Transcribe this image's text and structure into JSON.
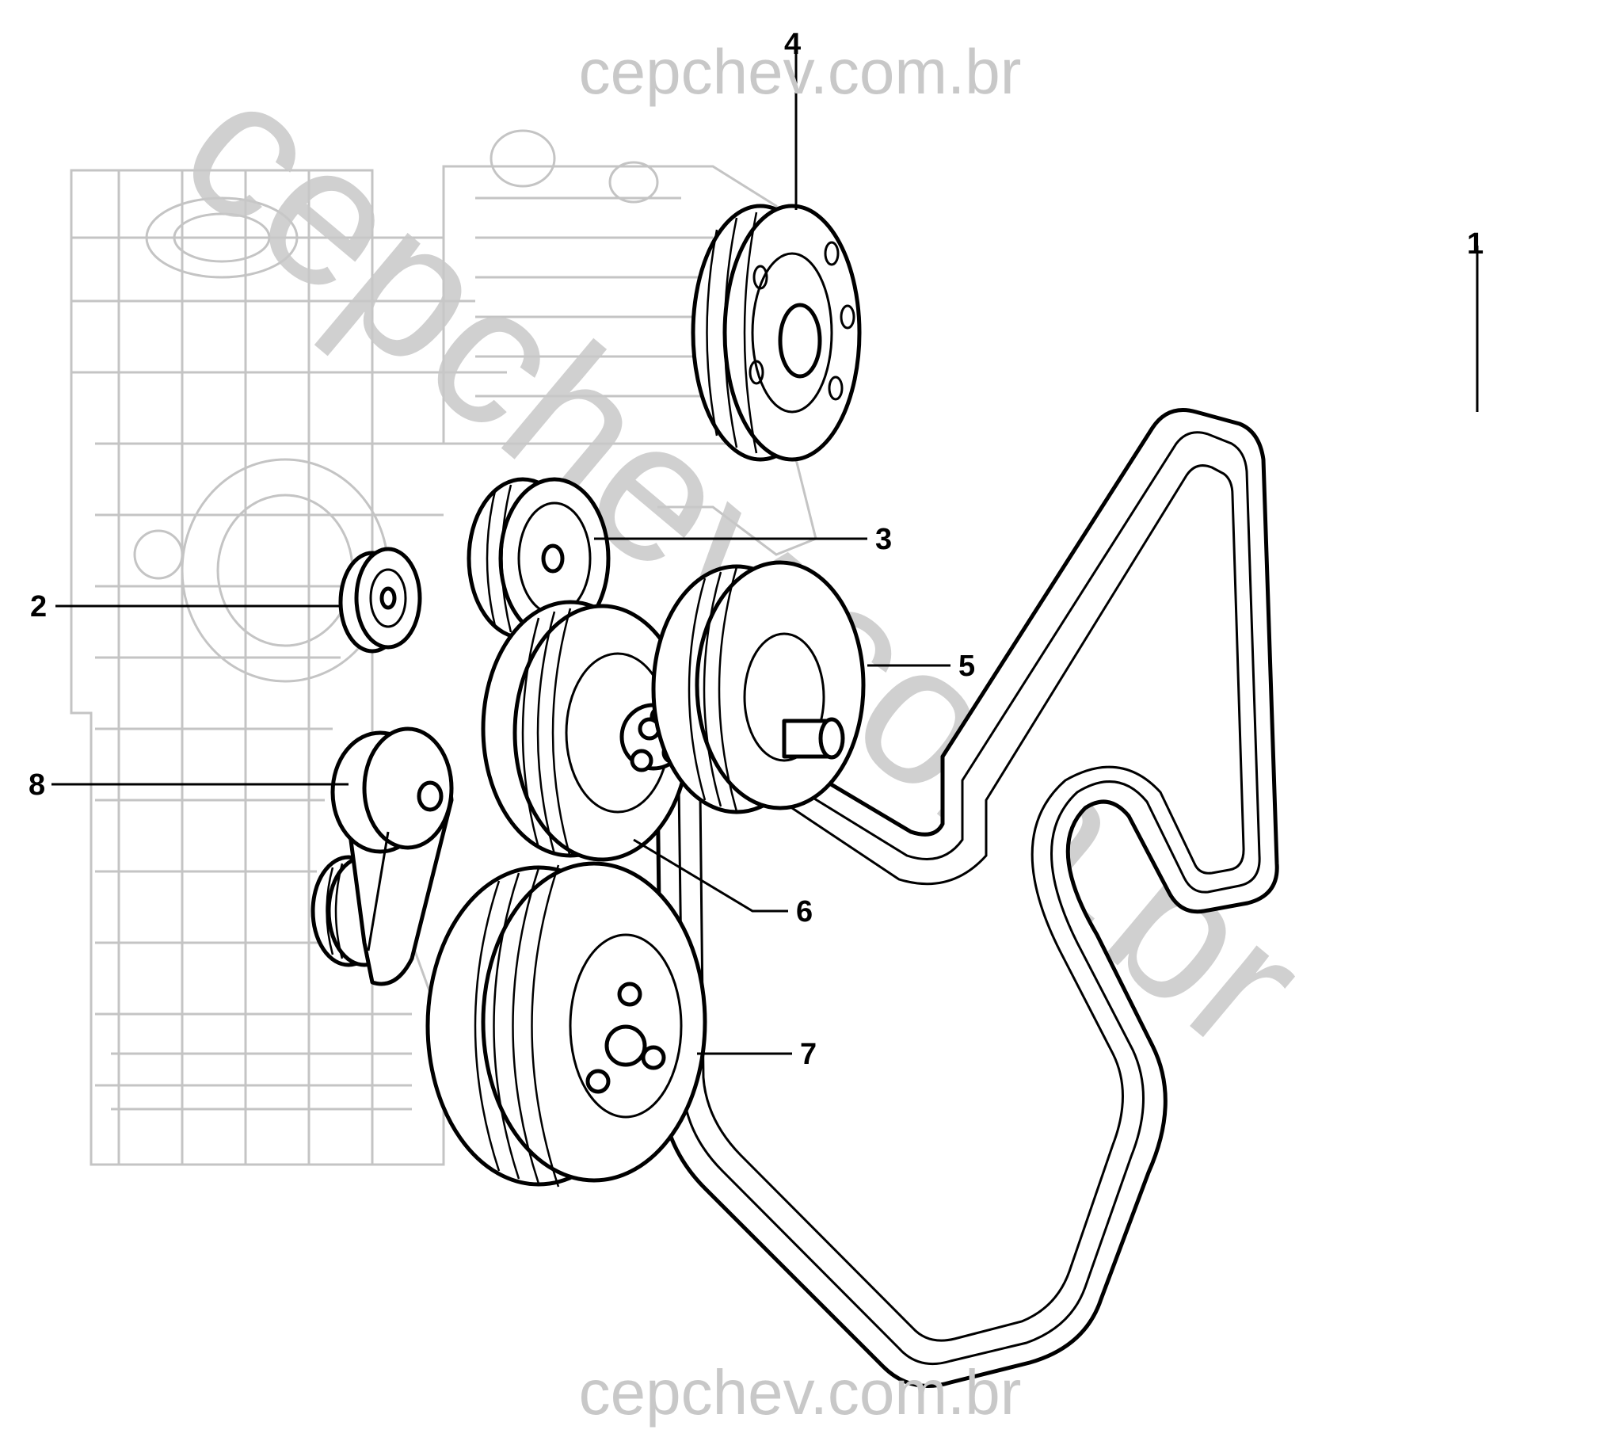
{
  "watermarks": {
    "top": "cepchev.com.br",
    "bottom": "cepchev.com.br",
    "diagonal": "cepchev.com.br"
  },
  "callouts": [
    {
      "id": "1",
      "label": "1"
    },
    {
      "id": "2",
      "label": "2"
    },
    {
      "id": "3",
      "label": "3"
    },
    {
      "id": "4",
      "label": "4"
    },
    {
      "id": "5",
      "label": "5"
    },
    {
      "id": "6",
      "label": "6"
    },
    {
      "id": "7",
      "label": "7"
    },
    {
      "id": "8",
      "label": "8"
    }
  ],
  "colors": {
    "line": "#000000",
    "ghost_engine": "#c4c4c4",
    "watermark": "#c8c8c8",
    "background": "#ffffff"
  }
}
